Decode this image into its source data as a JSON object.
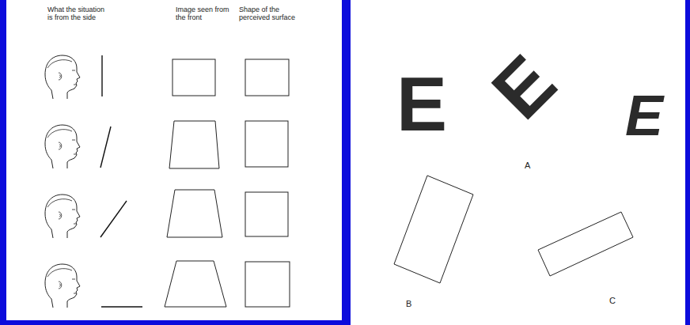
{
  "diagram": {
    "labels": [
      "What the situation is from the side",
      "Image seen from the front",
      "Shape of the perceived surface",
      "E",
      "E",
      "E",
      "A",
      "B",
      "C"
    ]
  }
}
